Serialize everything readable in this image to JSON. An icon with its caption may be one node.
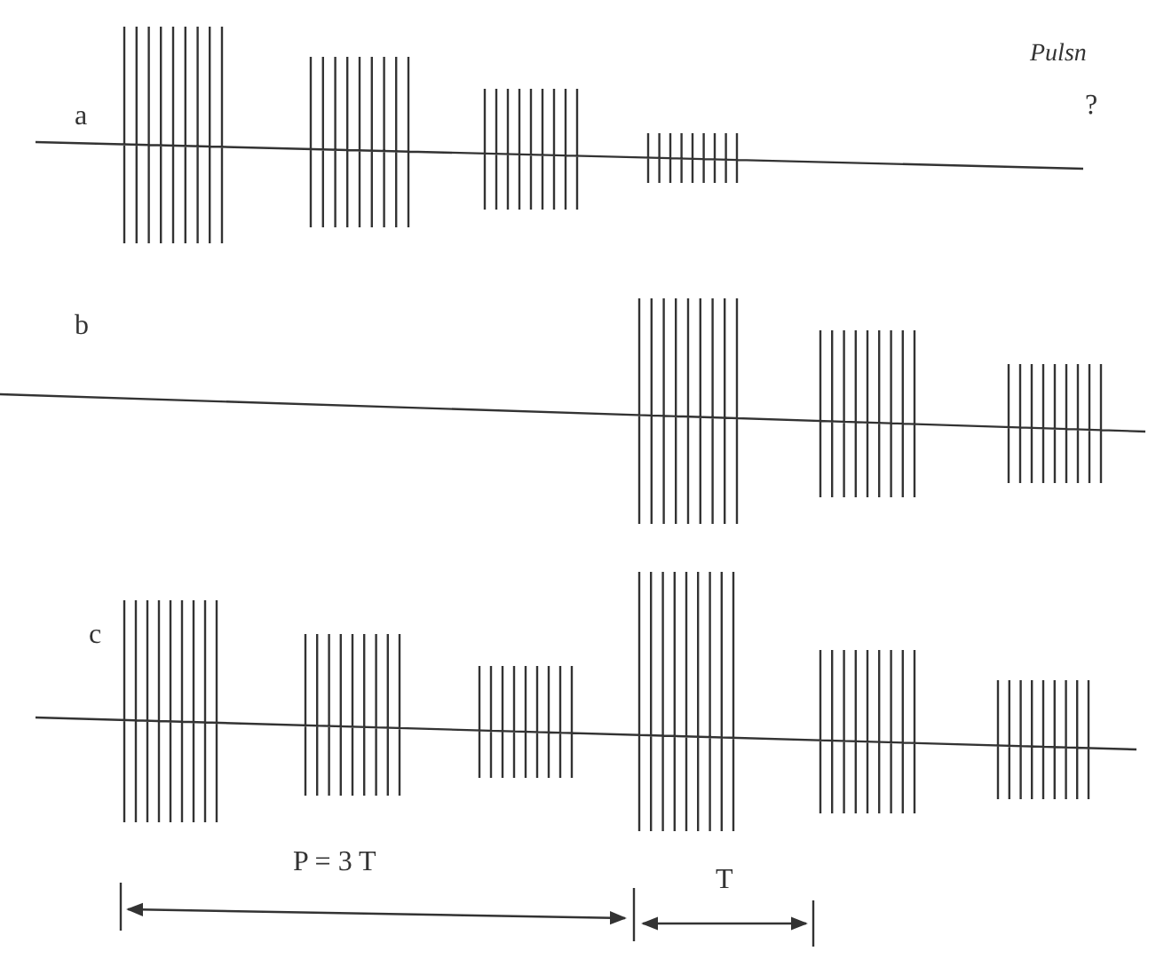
{
  "diagram": {
    "labels": [
      "a",
      "Pulsn",
      "?",
      "b",
      "c",
      "P = 3 T",
      "T"
    ]
  }
}
